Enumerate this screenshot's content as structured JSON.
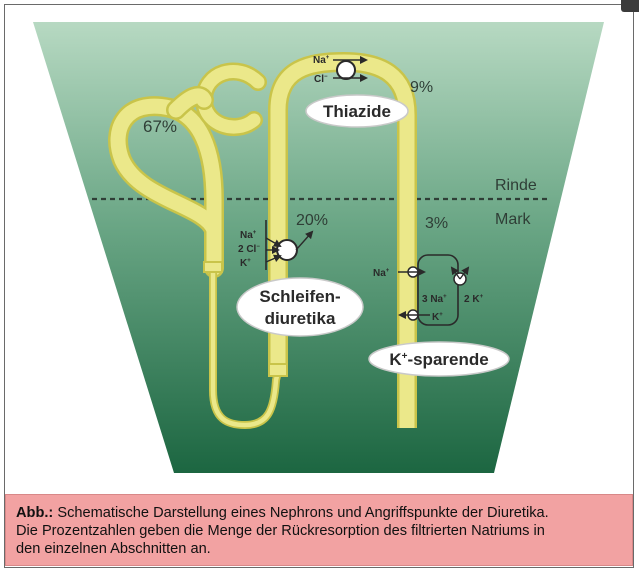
{
  "labels": {
    "pct_proximal": "67%",
    "pct_distal": "9%",
    "pct_loop": "20%",
    "pct_collecting": "3%",
    "rinde": "Rinde",
    "mark": "Mark",
    "na_top": "Na",
    "na_top_sup": "+",
    "cl_top": "Cl",
    "cl_top_sup": "−",
    "na_loop": "Na",
    "na_loop_sup": "+",
    "cl_loop": "2 Cl",
    "cl_loop_sup": "−",
    "k_loop": "K",
    "k_loop_sup": "+",
    "na_cd": "Na",
    "na_cd_sup": "+",
    "na3_cd": "3 Na",
    "na3_cd_sup": "+",
    "k2_cd": "2 K",
    "k2_cd_sup": "+",
    "k_cd": "K",
    "k_cd_sup": "+"
  },
  "callouts": {
    "thiazide": "Thiazide",
    "schleifen_line1": "Schleifen-",
    "schleifen_line2": "diuretika",
    "ksparende_prefix": "K",
    "ksparende_sup": "+",
    "ksparende_suffix": "-sparende"
  },
  "caption": {
    "prefix": "Abb.:",
    "line1": " Schematische Darstellung eines Nephrons und Angriffspunkte der Diuretika.",
    "line2": "Die Prozentzahlen geben die Menge der Rückresorption des filtrierten Natriums in",
    "line3": "den einzelnen Abschnitten an."
  },
  "colors": {
    "background_top": "#b5d8c0",
    "background_bottom": "#1f6b45",
    "tubule_fill": "#ebe88a",
    "tubule_stroke": "#c9c44a",
    "text": "#2c2c2c",
    "caption_bg": "#f2a2a2"
  }
}
